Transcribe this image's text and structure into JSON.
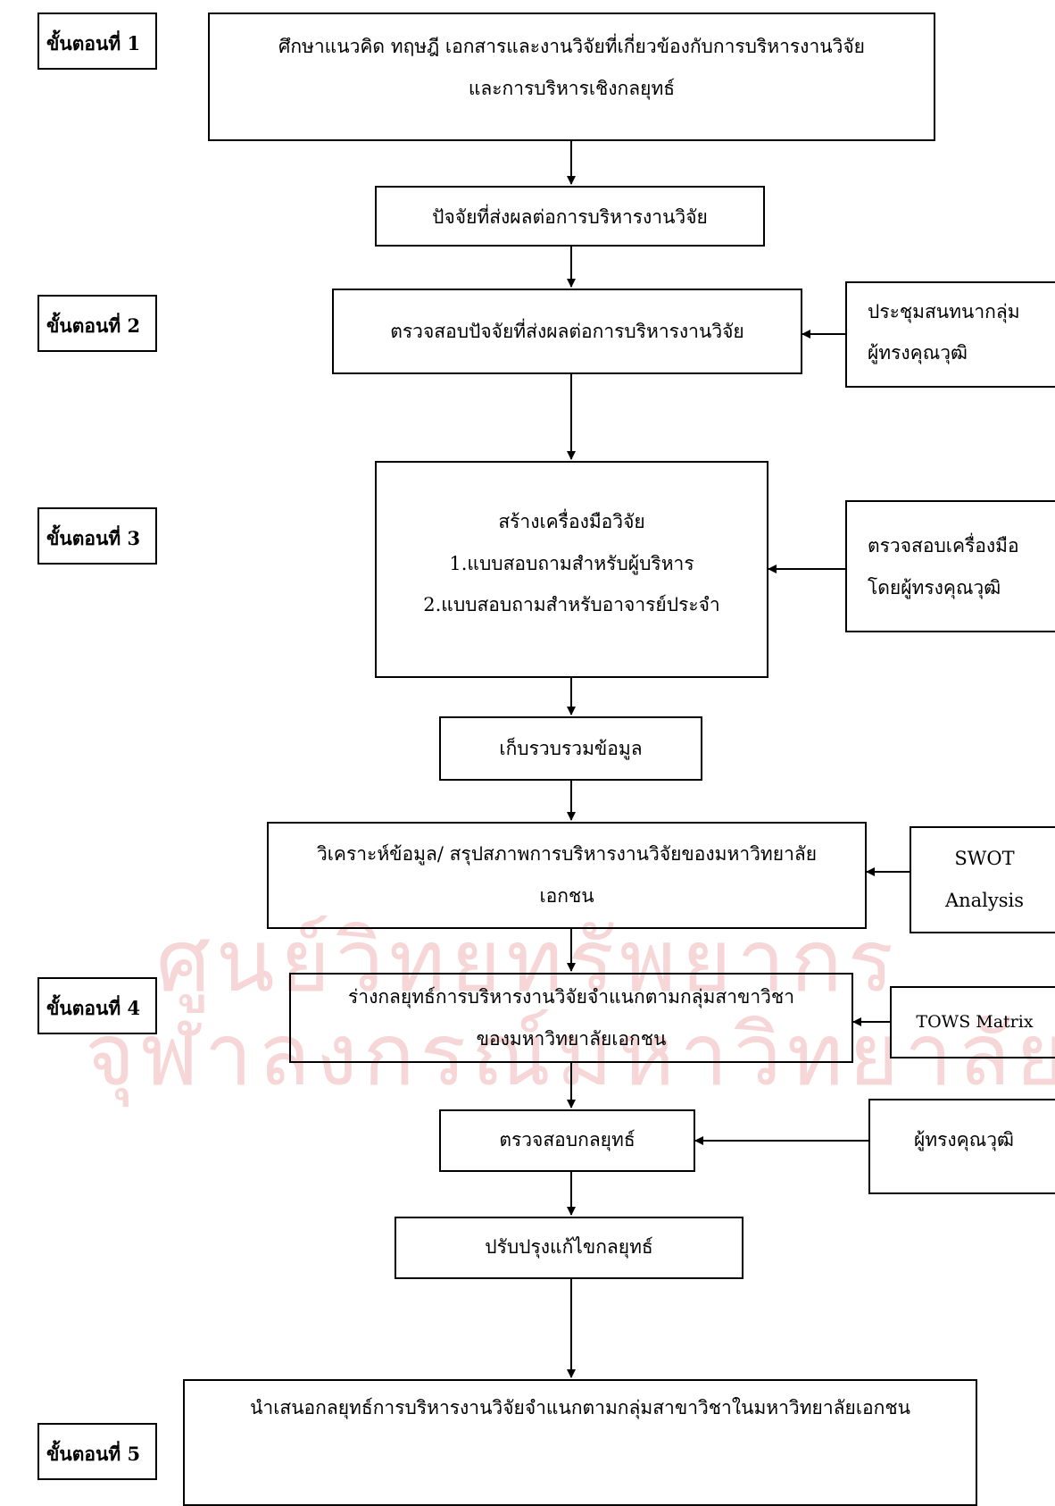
{
  "watermark": {
    "line1": "ศูนย์วิทยทรัพยากร",
    "line2": "จุฬาลงกรณ์มหาวิทยาลัย"
  },
  "steps": {
    "s1": "ขั้นตอนที่ 1",
    "s2": "ขั้นตอนที่  2",
    "s3": "ขั้นตอนที่  3",
    "s4": "ขั้นตอนที่  4",
    "s5": "ขั้นตอนที่  5"
  },
  "nodes": {
    "study": [
      "ศึกษาแนวคิด ทฤษฎี เอกสารและงานวิจัยที่เกี่ยวข้องกับการบริหารงานวิจัย",
      "และการบริหารเชิงกลยุทธ์"
    ],
    "factors": "ปัจจัยที่ส่งผลต่อการบริหารงานวิจัย",
    "verify_factors": "ตรวจสอบปัจจัยที่ส่งผลต่อการบริหารงานวิจัย",
    "instrument": [
      "สร้างเครื่องมือวิจัย",
      "1.แบบสอบถามสำหรับผู้บริหาร",
      "2.แบบสอบถามสำหรับอาจารย์ประจำ"
    ],
    "collect": "เก็บรวบรวมข้อมูล",
    "analyze": [
      "วิเคราะห์ข้อมูล/ สรุปสภาพการบริหารงานวิจัยของมหาวิทยาลัย",
      "เอกชน"
    ],
    "draft": [
      "ร่างกลยุทธ์การบริหารงานวิจัยจำแนกตามกลุ่มสาขาวิชา",
      "ของมหาวิทยาลัยเอกชน"
    ],
    "check_strategy": "ตรวจสอบกลยุทธ์",
    "revise": "ปรับปรุงแก้ไขกลยุทธ์",
    "present": "นำเสนอกลยุทธ์การบริหารงานวิจัยจำแนกตามกลุ่มสาขาวิชาในมหาวิทยาลัยเอกชน"
  },
  "side_nodes": {
    "focus_group": [
      "ประชุมสนทนากลุ่ม",
      "ผู้ทรงคุณวุฒิ"
    ],
    "instrument_check": [
      "ตรวจสอบเครื่องมือ",
      "โดยผู้ทรงคุณวุฒิ"
    ],
    "swot": [
      "SWOT",
      "Analysis"
    ],
    "tows": "TOWS Matrix",
    "experts": "ผู้ทรงคุณวุฒิ"
  }
}
